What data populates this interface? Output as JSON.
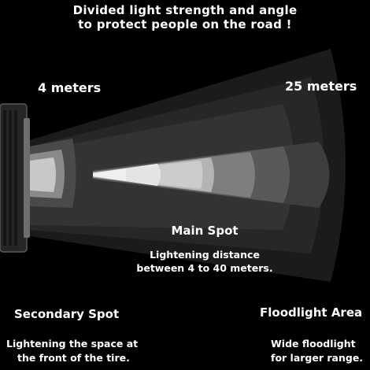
{
  "headline": {
    "line1": "Divided light strength and angle",
    "line2": "to protect people on the road !"
  },
  "distances": {
    "near": "4 meters",
    "far": "25 meters"
  },
  "main_spot": {
    "label": "Main Spot",
    "desc_line1": "Lightening distance",
    "desc_line2": "between 4 to 40 meters."
  },
  "secondary_spot": {
    "label": "Secondary Spot",
    "desc_line1": "Lightening the space at",
    "desc_line2": "the front of the tire."
  },
  "floodlight": {
    "label": "Floodlight Area",
    "desc_line1": "Wide floodlight",
    "desc_line2": "for larger range."
  },
  "colors": {
    "background": "#000000",
    "text": "#ffffff"
  }
}
